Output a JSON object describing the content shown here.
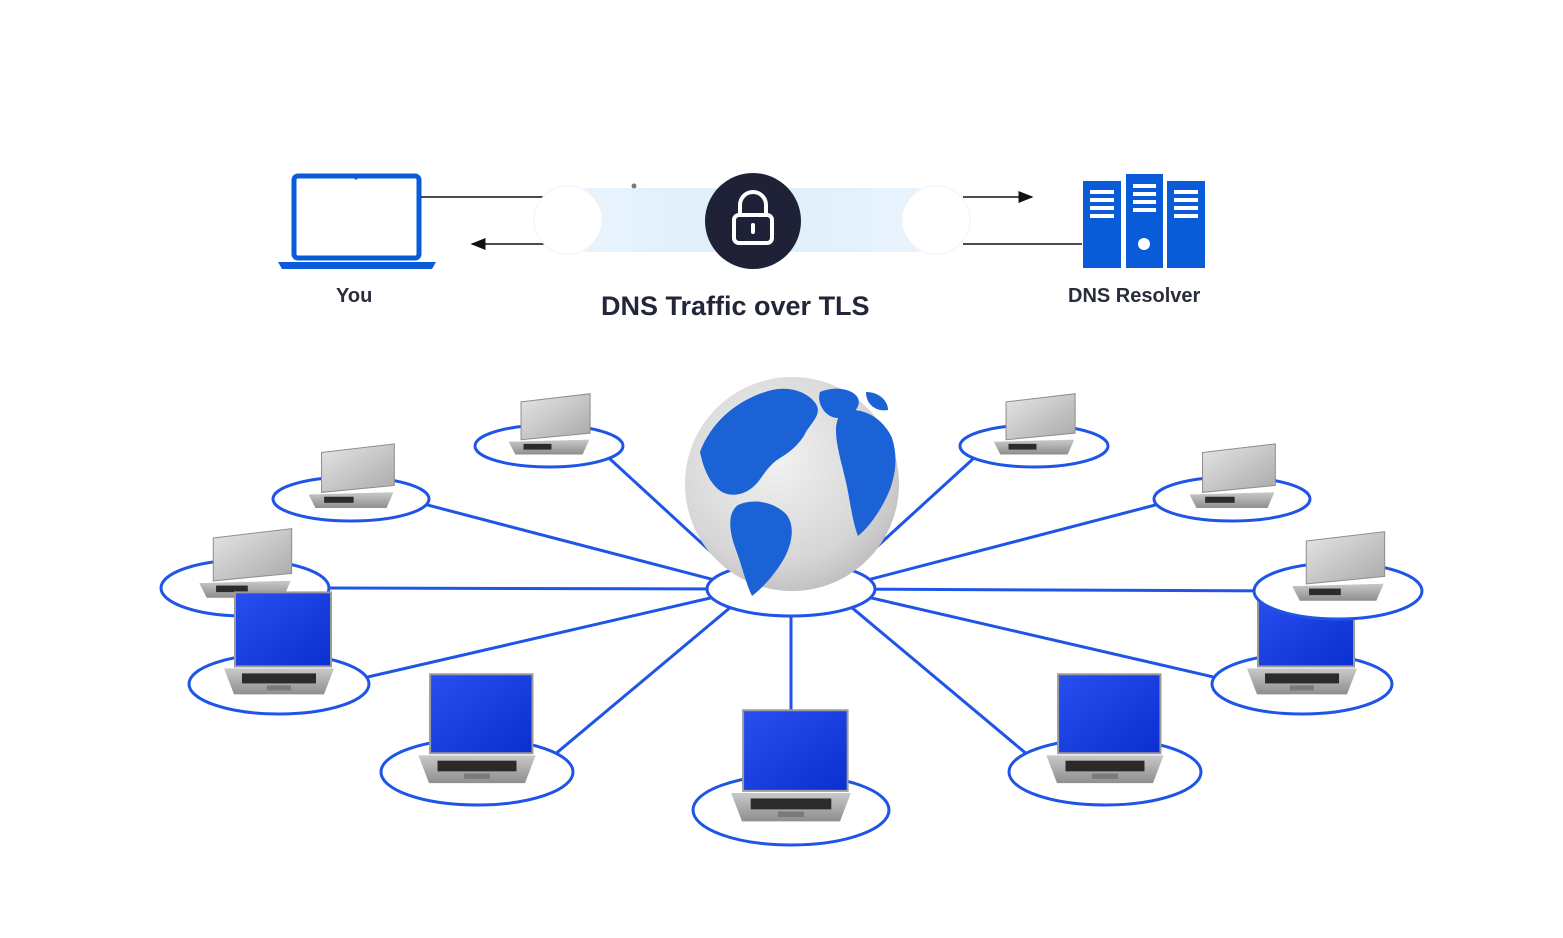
{
  "top_panel": {
    "client_label": "You",
    "tunnel_label": "DNS Traffic over TLS",
    "server_label": "DNS Resolver",
    "client_icon": "laptop-icon",
    "tunnel_icon": "lock-icon",
    "server_icon": "server-rack-icon"
  },
  "network": {
    "hub_icon": "globe-icon",
    "node_icon": "laptop-icon",
    "node_count": 12
  },
  "colors": {
    "accent_blue": "#0a5bd8",
    "ring_blue": "#1f55e6",
    "text_dark": "#2a2d3a",
    "lock_badge": "#1f2236",
    "tunnel_fill": "#e3f0fb"
  }
}
